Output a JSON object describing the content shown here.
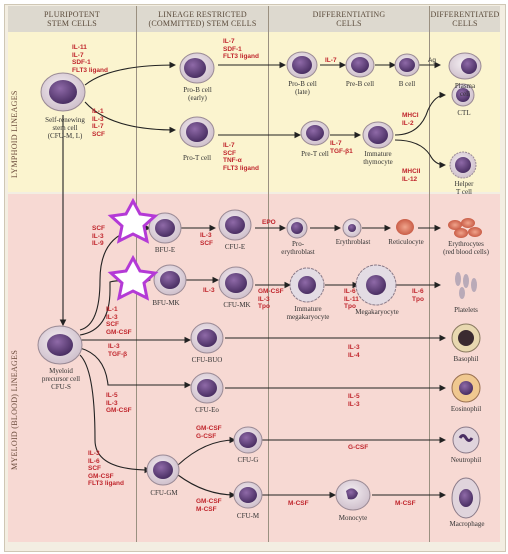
{
  "headers": {
    "col1": "PLURIPOTENT\nSTEM CELLS",
    "col2": "LINEAGE RESTRICTED\n(COMMITTED) STEM CELLS",
    "col3": "DIFFERENTIATING\nCELLS",
    "col4": "DIFFERENTIATED\nCELLS"
  },
  "side_labels": {
    "lymphoid": "LYMPHOID LINEAGES",
    "myeloid": "MYELOID (BLOOD) LINEAGES"
  },
  "cells": {
    "stem": "Self-renewing\nstem cell\n(CFU-M, L)",
    "proB_early": "Pro-B cell\n(early)",
    "proB_late": "Pro-B cell\n(late)",
    "preB": "Pre-B cell",
    "bcell": "B cell",
    "plasma": "Plasma\ncell",
    "proT": "Pro-T cell",
    "preT": "Pre-T cell",
    "imm_thymo": "Immature\nthymocyte",
    "ctl": "CTL",
    "helper": "Helper\nT cell",
    "myeloid_prec": "Myeloid\nprecursor cell\nCFU-S",
    "bfue": "BFU-E",
    "cfue": "CFU-E",
    "proery": "Pro-\nerythroblast",
    "erythroblast": "Erythroblast",
    "reticulocyte": "Reticulocyte",
    "erythrocytes": "Erythrocytes\n(red blood cells)",
    "bfumk": "BFU-MK",
    "cfumk": "CFU-MK",
    "imm_mega": "Immature\nmegakaryocyte",
    "mega": "Megakaryocyte",
    "platelets": "Platelets",
    "cfubuo": "CFU-BUO",
    "basophil": "Basophil",
    "cfueo": "CFU-Eo",
    "eosinophil": "Eosinophil",
    "cfugm": "CFU-GM",
    "cfug": "CFU-G",
    "neutrophil": "Neutrophil",
    "cfum": "CFU-M",
    "monocyte": "Monocyte",
    "macrophage": "Macrophage"
  },
  "cytokines": {
    "stem_to_B": "IL-11\nIL-7\nSDF-1\nFLT3 ligand",
    "stem_to_T": "IL-1\nIL-3\nIL-7\nSCF",
    "proB": "IL-7\nSDF-1\nFLT3 ligand",
    "proB_preB": "IL-7",
    "plasma_ag": "Ag",
    "proT": "IL-7\nSCF\nTNF-α\nFLT3 ligand",
    "preT": "IL-7\nTGF-β1",
    "ctl": "MHCI\nIL-2",
    "helper": "MHCII\nIL-12",
    "bfue_in": "SCF\nIL-3\nIL-9",
    "cfue": "IL-3\nSCF",
    "epo": "EPO",
    "bfumk_in": "IL-1\nIL-3\nSCF\nGM-CSF",
    "cfumk": "IL-3",
    "immmega": "GM-CSF\nIL-3\nTpo",
    "mega": "IL-6\nIL-11\nTpo",
    "platelets": "IL-6\nTpo",
    "buo_in": "IL-3\nTGF-β",
    "baso": "IL-3\nIL-4",
    "eo_in": "IL-5\nIL-3\nGM-CSF",
    "eo": "IL-5\nIL-3",
    "gm_in": "IL-3\nIL-6\nSCF\nGM-CSF\nFLT3 ligand",
    "g_split": "GM-CSF\nG-CSF",
    "m_split": "GM-CSF\nM-CSF",
    "gcsf": "G-CSF",
    "mcsf1": "M-CSF",
    "mcsf2": "M-CSF"
  },
  "colors": {
    "accent_star": "#b43ad6",
    "cytokine": "#c0262d",
    "nucleus": "#6b4a86",
    "cell": "#e8dde6"
  }
}
